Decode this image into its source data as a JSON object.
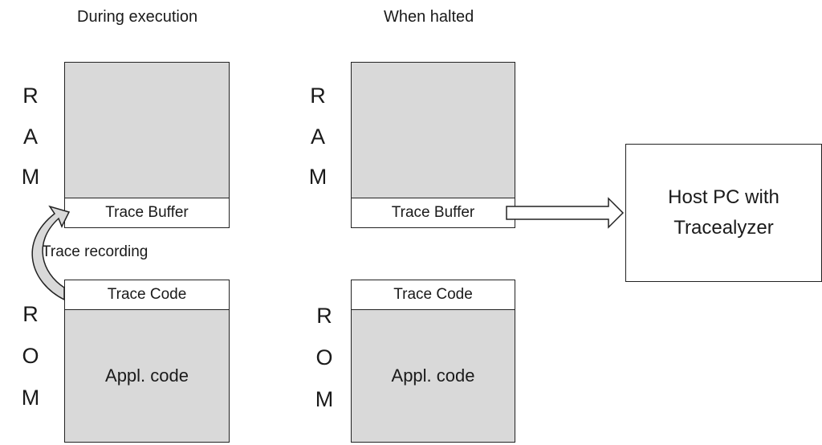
{
  "headings": {
    "left": "During execution",
    "right": "When halted"
  },
  "ram_letters": [
    "R",
    "A",
    "M"
  ],
  "rom_letters": [
    "R",
    "O",
    "M"
  ],
  "left": {
    "trace_buffer": "Trace Buffer",
    "trace_code": "Trace Code",
    "appl_code": "Appl. code",
    "arrow_label": "Trace recording"
  },
  "right": {
    "trace_buffer": "Trace Buffer",
    "trace_code": "Trace Code",
    "appl_code": "Appl. code"
  },
  "host": {
    "line1": "Host PC with",
    "line2": "Tracealyzer"
  },
  "colors": {
    "memory_fill": "#d9d9d9",
    "arrow_fill": "#d9d9d9",
    "outline": "#222222"
  }
}
